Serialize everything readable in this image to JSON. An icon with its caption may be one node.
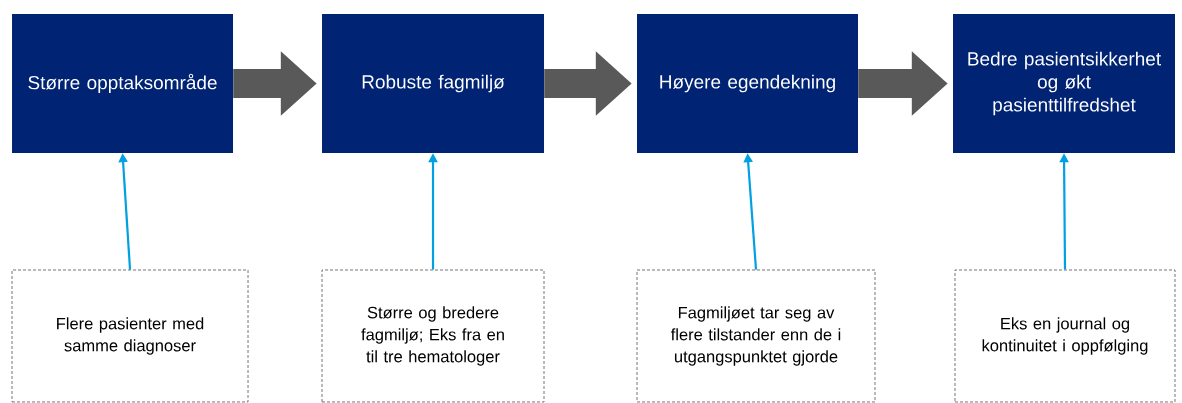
{
  "diagram": {
    "nodes": [
      {
        "text": [
          "Større opptaksområde"
        ]
      },
      {
        "text": [
          "Robuste fagmiljø"
        ]
      },
      {
        "text": [
          "Høyere egendekning"
        ]
      },
      {
        "text": [
          "Bedre pasientsikkerhet og økt pasienttilfredshet"
        ]
      },
      {
        "text": [
          "Flere pasienter med samme diagnoser"
        ]
      },
      {
        "text": [
          "Større og bredere fagmiljø; Eks fra en til tre hematologer"
        ]
      },
      {
        "text": [
          "Fagmiljøet tar seg av flere tilstander enn de i utgangspunktet gjorde"
        ]
      },
      {
        "text": [
          "Eks en journal og kontinuitet i oppfølging"
        ]
      }
    ],
    "edges": [
      {
        "from": 0,
        "to": 1,
        "arrow": "to",
        "style": "thick",
        "color": "#595959"
      },
      {
        "from": 1,
        "to": 2,
        "arrow": "to",
        "style": "thick",
        "color": "#595959"
      },
      {
        "from": 2,
        "to": 3,
        "arrow": "to",
        "style": "thick",
        "color": "#595959"
      },
      {
        "from": 4,
        "to": 0,
        "arrow": "to"
      },
      {
        "from": 5,
        "to": 1,
        "arrow": "to"
      },
      {
        "from": 6,
        "to": 2,
        "arrow": "to"
      },
      {
        "from": 7,
        "to": 3,
        "arrow": "to"
      }
    ]
  }
}
